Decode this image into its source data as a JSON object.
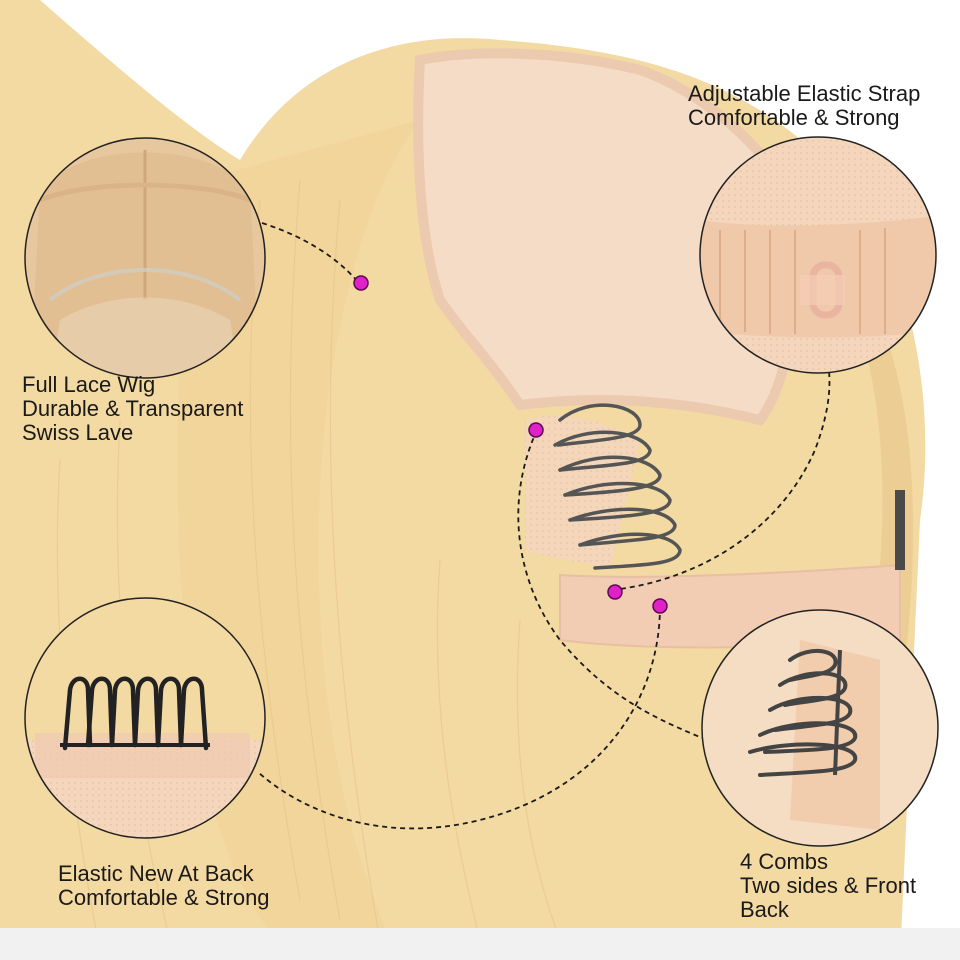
{
  "colors": {
    "hair": "#f3d9a2",
    "hair_shadow": "#e8c68a",
    "lace_cap": "#f6dcc8",
    "marker": "#e020c8",
    "connector": "#1a1a1a",
    "bottom_bar": "#f1f1f1"
  },
  "callouts": {
    "full_lace": {
      "line1": "Full Lace Wig",
      "line2": "Durable & Transparent",
      "line3": "Swiss Lave"
    },
    "strap": {
      "line1": "Adjustable Elastic Strap",
      "line2": "Comfortable & Strong"
    },
    "elastic": {
      "line1": "Elastic New At Back",
      "line2": "Comfortable & Strong"
    },
    "combs": {
      "line1": "4 Combs",
      "line2": "Two sides & Front",
      "line3": "Back"
    }
  }
}
